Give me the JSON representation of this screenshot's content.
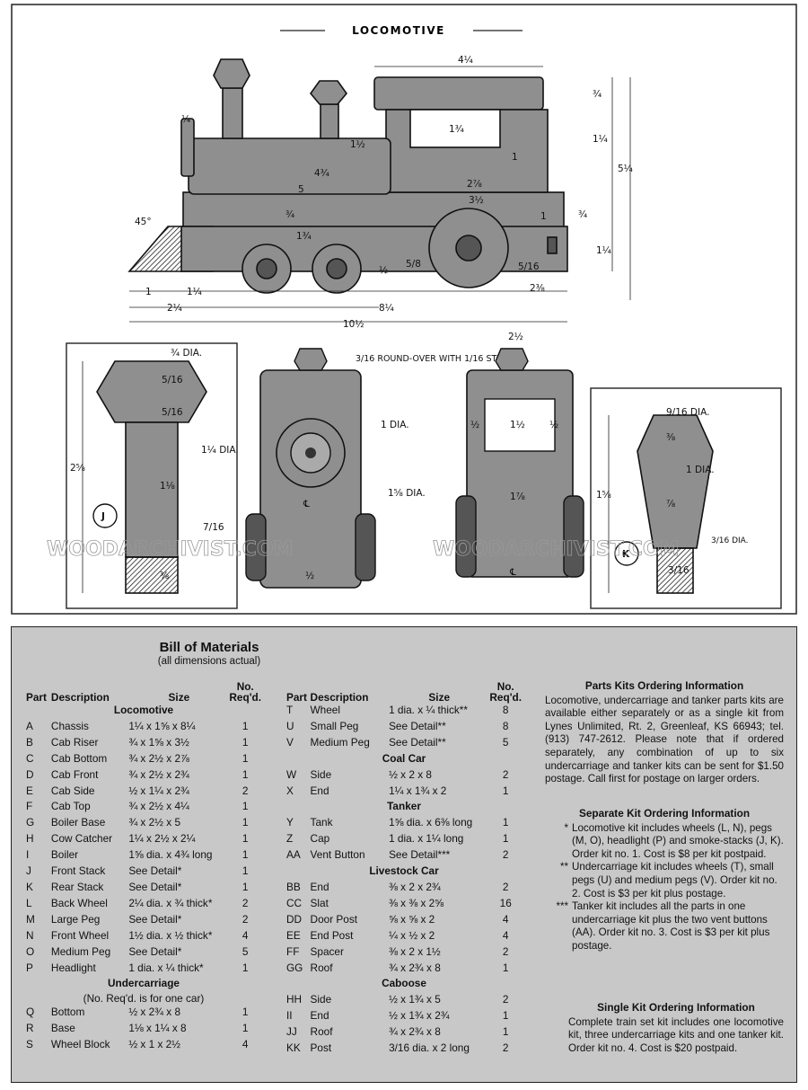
{
  "drawing": {
    "title": "LOCOMOTIVE",
    "watermark": "WOODARCHIVIST.COM",
    "dims_side": [
      "4¼",
      "¾",
      "1¼",
      "1¾",
      "5¼",
      "¼",
      "1½",
      "4¾",
      "5",
      "2⅞",
      "3½",
      "1",
      "¾",
      "1¾",
      "1",
      "¾",
      "1¼",
      "45°",
      "5/8",
      "½",
      "5/16",
      "2⅜",
      "1",
      "1¼",
      "2¼",
      "8¼",
      "10½"
    ],
    "dims_stack_j": [
      "¾ DIA.",
      "5/16",
      "5/16",
      "1¼ DIA.",
      "2⅝",
      "1⅛",
      "7/16",
      "⅜",
      "J"
    ],
    "dims_front": [
      "3/16 ROUND-OVER WITH 1/16 STEP",
      "1 DIA.",
      "1⅝ DIA.",
      "½",
      "℄"
    ],
    "dims_rear": [
      "2½",
      "½",
      "1½",
      "½",
      "1⅞",
      "℄"
    ],
    "dims_stack_k": [
      "9/16 DIA.",
      "⅜",
      "1 DIA.",
      "1⅝",
      "⅞",
      "3/16 DIA.",
      "3/16",
      "K"
    ]
  },
  "bom": {
    "title": "Bill of Materials",
    "subtitle": "(all dimensions actual)",
    "headers": {
      "part": "Part",
      "description": "Description",
      "size": "Size",
      "no1": "No.",
      "no2": "Req'd."
    },
    "left": [
      {
        "section": "Locomotive"
      },
      {
        "part": "A",
        "desc": "Chassis",
        "size": "1¼ x 1⅝ x 8¼",
        "qty": "1"
      },
      {
        "part": "B",
        "desc": "Cab Riser",
        "size": "¾ x 1⅝ x 3½",
        "qty": "1"
      },
      {
        "part": "C",
        "desc": "Cab Bottom",
        "size": "¾ x 2½ x 2⅞",
        "qty": "1"
      },
      {
        "part": "D",
        "desc": "Cab Front",
        "size": "¾ x 2½ x 2¾",
        "qty": "1"
      },
      {
        "part": "E",
        "desc": "Cab Side",
        "size": "½ x 1¼ x 2¾",
        "qty": "2"
      },
      {
        "part": "F",
        "desc": "Cab Top",
        "size": "¾ x 2½ x 4¼",
        "qty": "1"
      },
      {
        "part": "G",
        "desc": "Boiler Base",
        "size": "¾ x 2½ x 5",
        "qty": "1"
      },
      {
        "part": "H",
        "desc": "Cow Catcher",
        "size": "1¼ x 2½ x 2¼",
        "qty": "1"
      },
      {
        "part": "I",
        "desc": "Boiler",
        "size": "1⅝ dia. x 4¾ long",
        "qty": "1"
      },
      {
        "part": "J",
        "desc": "Front Stack",
        "size": "See Detail*",
        "qty": "1"
      },
      {
        "part": "K",
        "desc": "Rear Stack",
        "size": "See Detail*",
        "qty": "1"
      },
      {
        "part": "L",
        "desc": "Back Wheel",
        "size": "2¼ dia. x ¾ thick*",
        "qty": "2"
      },
      {
        "part": "M",
        "desc": "Large Peg",
        "size": "See Detail*",
        "qty": "2"
      },
      {
        "part": "N",
        "desc": "Front Wheel",
        "size": "1½ dia. x ½ thick*",
        "qty": "4"
      },
      {
        "part": "O",
        "desc": "Medium Peg",
        "size": "See Detail*",
        "qty": "5"
      },
      {
        "part": "P",
        "desc": "Headlight",
        "size": "1 dia. x ¼ thick*",
        "qty": "1"
      },
      {
        "section": "Undercarriage"
      },
      {
        "subsection": "(No. Req'd. is for one car)"
      },
      {
        "part": "Q",
        "desc": "Bottom",
        "size": "½ x 2¾ x 8",
        "qty": "1"
      },
      {
        "part": "R",
        "desc": "Base",
        "size": "1⅛ x 1¼ x 8",
        "qty": "1"
      },
      {
        "part": "S",
        "desc": "Wheel Block",
        "size": "½ x 1 x 2½",
        "qty": "4"
      }
    ],
    "right": [
      {
        "part": "T",
        "desc": "Wheel",
        "size": "1 dia. x ¼ thick**",
        "qty": "8"
      },
      {
        "part": "U",
        "desc": "Small Peg",
        "size": "See Detail**",
        "qty": "8"
      },
      {
        "part": "V",
        "desc": "Medium Peg",
        "size": "See Detail**",
        "qty": "5"
      },
      {
        "section": "Coal Car"
      },
      {
        "part": "W",
        "desc": "Side",
        "size": "½ x 2 x 8",
        "qty": "2"
      },
      {
        "part": "X",
        "desc": "End",
        "size": "1¼ x 1¾ x 2",
        "qty": "1"
      },
      {
        "section": "Tanker"
      },
      {
        "part": "Y",
        "desc": "Tank",
        "size": "1⅝ dia. x 6⅜ long",
        "qty": "1"
      },
      {
        "part": "Z",
        "desc": "Cap",
        "size": "1 dia. x 1¼ long",
        "qty": "1"
      },
      {
        "part": "AA",
        "desc": "Vent Button",
        "size": "See Detail***",
        "qty": "2"
      },
      {
        "section": "Livestock Car"
      },
      {
        "part": "BB",
        "desc": "End",
        "size": "⅜ x 2 x 2¾",
        "qty": "2"
      },
      {
        "part": "CC",
        "desc": "Slat",
        "size": "⅜ x ⅜ x 2⅝",
        "qty": "16"
      },
      {
        "part": "DD",
        "desc": "Door Post",
        "size": "⅝ x ⅝ x 2",
        "qty": "4"
      },
      {
        "part": "EE",
        "desc": "End Post",
        "size": "¼ x ½ x 2",
        "qty": "4"
      },
      {
        "part": "FF",
        "desc": "Spacer",
        "size": "⅜ x 2 x 1½",
        "qty": "2"
      },
      {
        "part": "GG",
        "desc": "Roof",
        "size": "¾ x 2¾ x 8",
        "qty": "1"
      },
      {
        "section": "Caboose"
      },
      {
        "part": "HH",
        "desc": "Side",
        "size": "½ x 1¾ x 5",
        "qty": "2"
      },
      {
        "part": "II",
        "desc": "End",
        "size": "½ x 1¾ x 2¾",
        "qty": "1"
      },
      {
        "part": "JJ",
        "desc": "Roof",
        "size": "¾ x 2¾ x 8",
        "qty": "1"
      },
      {
        "part": "KK",
        "desc": "Post",
        "size": "3/16 dia. x 2 long",
        "qty": "2"
      }
    ]
  },
  "kits": {
    "parts_title": "Parts Kits Ordering Information",
    "parts_text": "Locomotive, undercarriage and tanker parts kits are available either separately or as a single kit from Lynes Unlimited, Rt. 2, Greenleaf, KS 66943; tel. (913) 747-2612. Please note that if ordered separately, any combination of up to six undercarriage and tanker kits can be sent for $1.50 postage. Call first for postage on larger orders.",
    "separate_title": "Separate Kit Ordering Information",
    "separate_items": [
      {
        "mark": "*",
        "text": "Locomotive kit includes wheels (L, N), pegs (M, O), headlight (P) and smoke-stacks (J, K). Order kit no. 1. Cost is $8 per kit postpaid."
      },
      {
        "mark": "**",
        "text": "Undercarriage kit includes wheels (T), small pegs (U) and medium pegs (V). Order kit no. 2. Cost is $3 per kit plus postage."
      },
      {
        "mark": "***",
        "text": "Tanker kit includes all the parts in one undercarriage kit plus the two vent buttons (AA). Order kit no. 3. Cost is $3 per kit plus postage."
      }
    ],
    "single_title": "Single Kit Ordering Information",
    "single_text": "Complete train set kit includes one locomotive kit, three undercarriage kits and one tanker kit. Order kit no. 4. Cost is $20 postpaid."
  }
}
